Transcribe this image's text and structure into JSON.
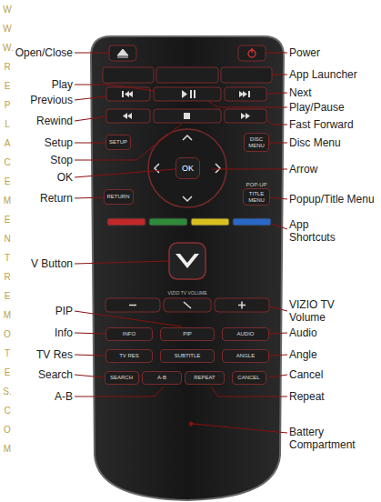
{
  "diagram": {
    "nodes": [
      {
        "text": [
          "SETUP"
        ]
      },
      {
        "text": [
          "DISC MENU"
        ]
      },
      {
        "text": [
          "OK"
        ]
      },
      {
        "text": [
          "RETURN"
        ]
      },
      {
        "text": [
          "POP-UP",
          "TITLE MENU"
        ]
      },
      {
        "text": [
          "INFO"
        ]
      },
      {
        "text": [
          "PIP"
        ]
      },
      {
        "text": [
          "AUDIO"
        ]
      },
      {
        "text": [
          "TV RES"
        ]
      },
      {
        "text": [
          "SUBTITLE"
        ]
      },
      {
        "text": [
          "ANGLE"
        ]
      },
      {
        "text": [
          "SEARCH"
        ]
      },
      {
        "text": [
          "A-B"
        ]
      },
      {
        "text": [
          "REPEAT"
        ]
      },
      {
        "text": [
          "CANCEL"
        ]
      }
    ],
    "labels": [
      "Open/Close",
      "Power",
      "App Launcher",
      "Play",
      "Previous",
      "Next",
      "Play/Pause",
      "Rewind",
      "Fast Forward",
      "Setup",
      "Disc Menu",
      "Stop",
      "Arrow",
      "OK",
      "Return",
      "Popup/Title Menu",
      "App Shortcuts",
      "V Button",
      "VIZIO TV Volume",
      "PIP",
      "Info",
      "Audio",
      "TV Res",
      "Angle",
      "Search",
      "Cancel",
      "A-B",
      "Repeat",
      "Battery Compartment",
      "VIZIO TV VOLUME",
      "WWW.REPLACEMENTREMOTES.COM"
    ]
  }
}
